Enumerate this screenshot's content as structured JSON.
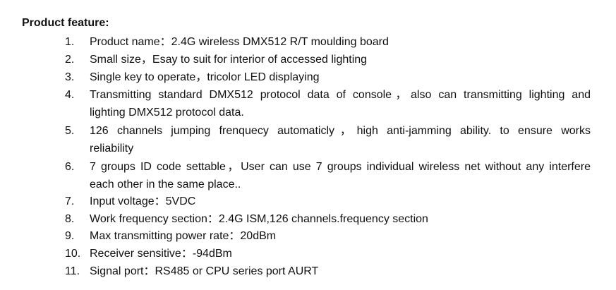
{
  "document": {
    "heading": "Product feature:",
    "items": [
      {
        "number": "1.",
        "lines": [
          "Product name：2.4G wireless DMX512 R/T moulding board"
        ]
      },
      {
        "number": "2.",
        "lines": [
          "Small size，Esay to suit for interior of accessed lighting"
        ]
      },
      {
        "number": "3.",
        "lines": [
          "Single key to operate，tricolor LED displaying"
        ]
      },
      {
        "number": "4.",
        "lines": [
          "Transmitting standard DMX512 protocol data of console，also can transmitting   lighting and",
          "lighting DMX512 protocol data."
        ]
      },
      {
        "number": "5.",
        "lines": [
          "126 channels jumping frenquecy automaticly，high anti-jamming ability. to ensure works",
          "reliability"
        ]
      },
      {
        "number": "6.",
        "lines": [
          "7 groups ID code settable，User can use 7 groups individual wireless net without any interfere",
          "each other in the same place.."
        ]
      },
      {
        "number": "7.",
        "lines": [
          "Input voltage：5VDC"
        ]
      },
      {
        "number": "8.",
        "lines": [
          "Work frequency section：2.4G   ISM,126 channels.frequency section"
        ]
      },
      {
        "number": "9.",
        "lines": [
          "Max transmitting power rate：20dBm"
        ]
      },
      {
        "number": "10.",
        "lines": [
          "Receiver sensitive：-94dBm"
        ]
      },
      {
        "number": "11.",
        "lines": [
          "Signal port：RS485 or CPU series port AURT"
        ]
      }
    ]
  }
}
